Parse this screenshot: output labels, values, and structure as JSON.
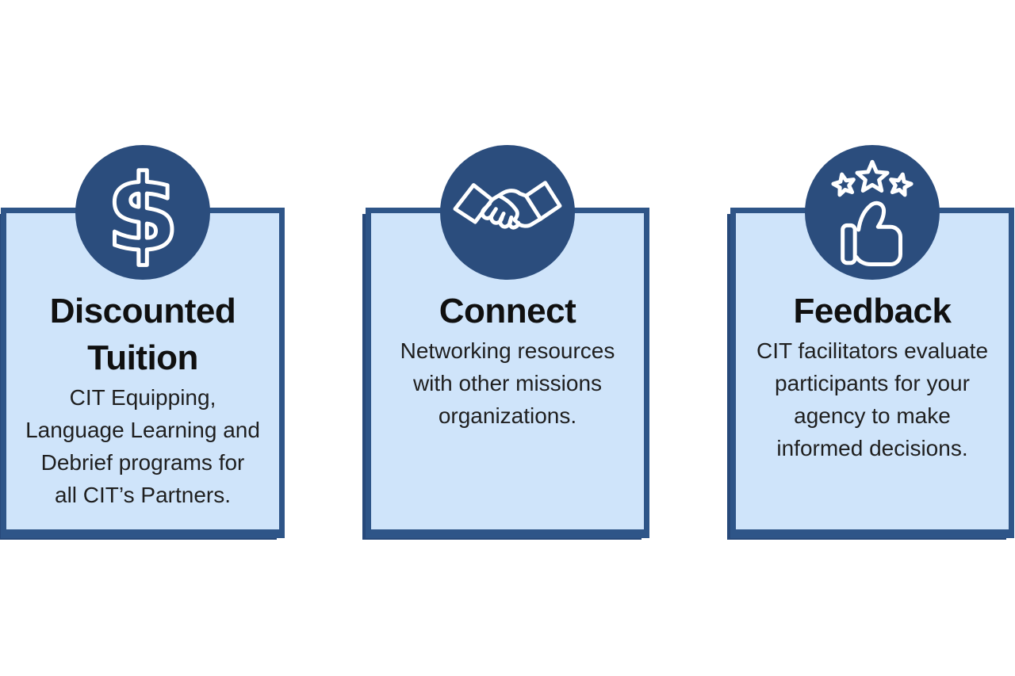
{
  "theme": {
    "circle_color": "#2b4d7d",
    "card_border_color": "#2e5588",
    "card_fill_color": "#cfe4fa",
    "heading_color": "#101010",
    "body_color": "#1f1f1f",
    "icon_stroke_color": "#ffffff"
  },
  "cards": [
    {
      "icon": "dollar-sign-icon",
      "title": "Discounted Tuition",
      "title_lines": [
        "Discounted",
        "Tuition"
      ],
      "body": "CIT Equipping, Language Learning and Debrief programs for all CIT’s Partners.",
      "body_lines": [
        "CIT Equipping,",
        "Language Learning and",
        "Debrief programs for",
        "all CIT’s Partners."
      ]
    },
    {
      "icon": "handshake-icon",
      "title": "Connect",
      "title_lines": [
        "Connect"
      ],
      "body": "Networking resources with other missions organizations.",
      "body_lines": [
        "Networking resources",
        "with other missions",
        "organizations."
      ]
    },
    {
      "icon": "thumbs-up-stars-icon",
      "title": "Feedback",
      "title_lines": [
        "Feedback"
      ],
      "body": "CIT facilitators evaluate participants for your agency to make informed decisions.",
      "body_lines": [
        "CIT facilitators evaluate",
        "participants for your",
        "agency to make",
        "informed decisions."
      ]
    }
  ]
}
